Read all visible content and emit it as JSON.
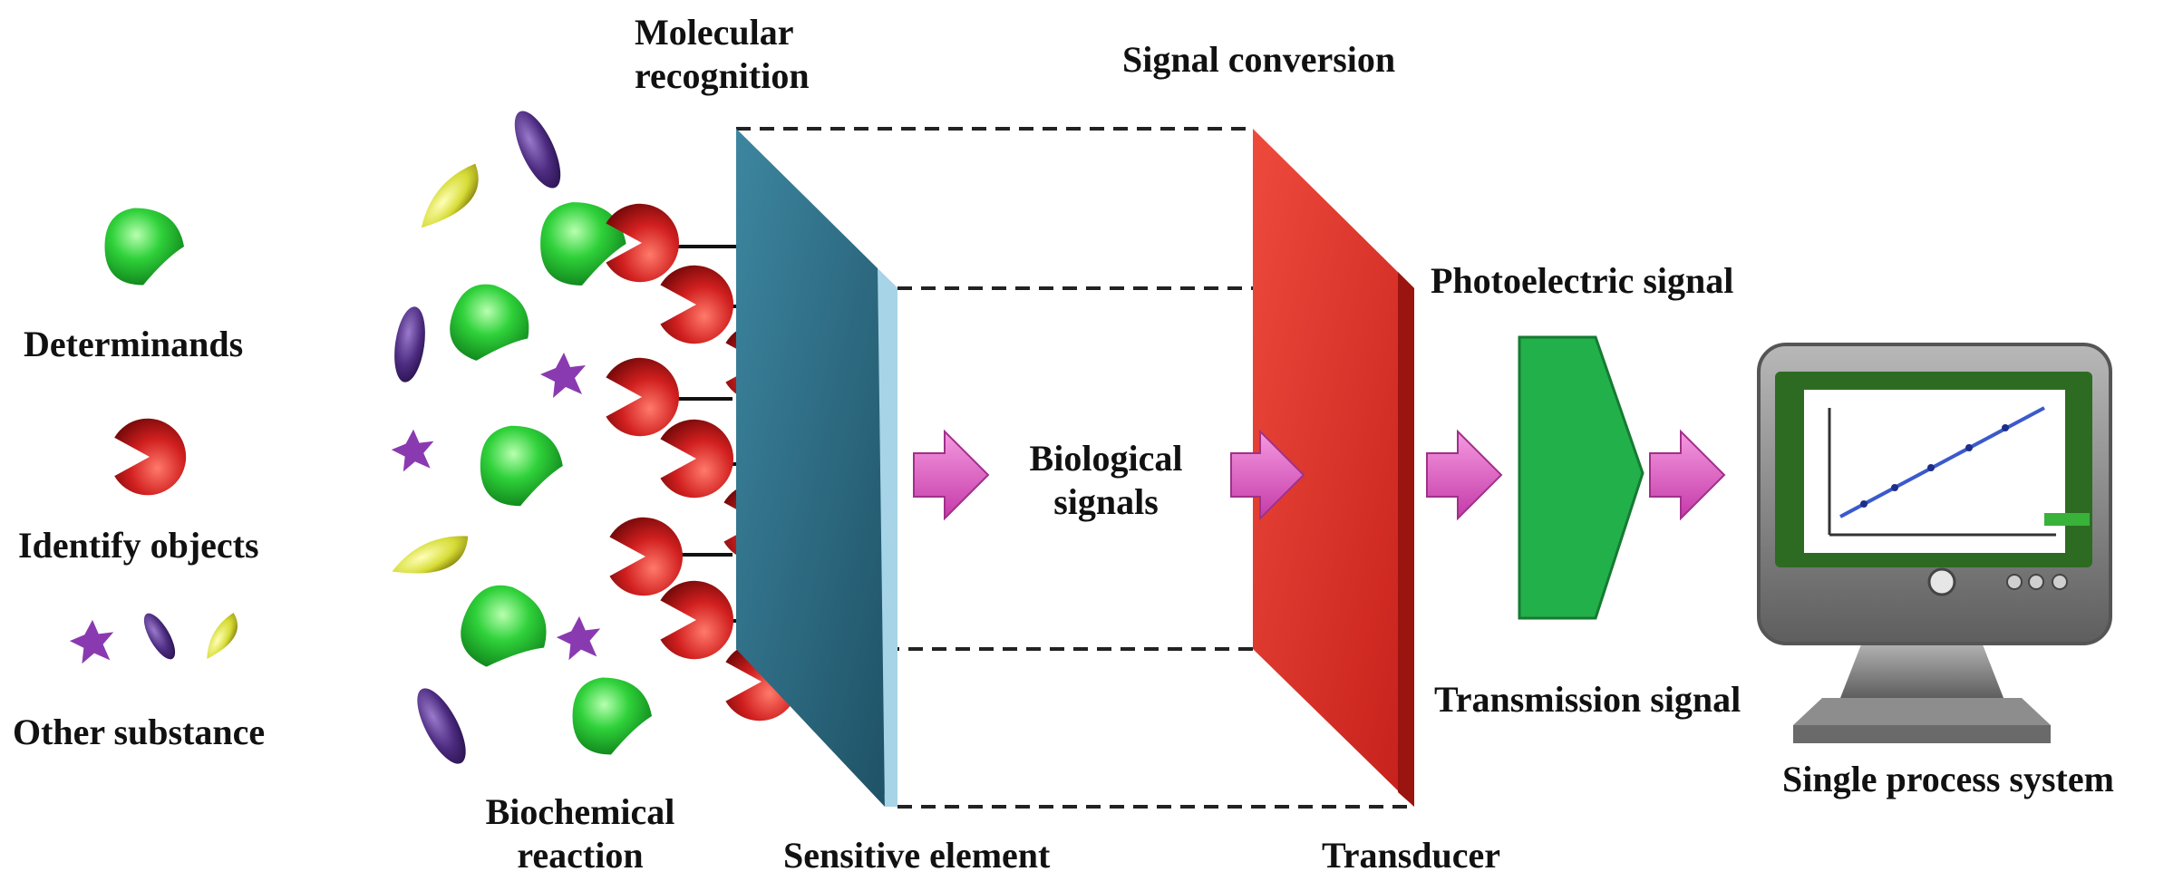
{
  "labels": {
    "molecular_recognition": [
      "Molecular",
      "recognition"
    ],
    "signal_conversion": "Signal conversion",
    "photoelectric_signal": "Photoelectric signal",
    "determinands": "Determinands",
    "identify_objects": "Identify objects",
    "other_substance": "Other substance",
    "biological_signals": [
      "Biological",
      "signals"
    ],
    "transmission_signal": "Transmission signal",
    "biochemical_reaction": [
      "Biochemical",
      "reaction"
    ],
    "sensitive_element": "Sensitive element",
    "transducer": "Transducer",
    "single_process_system": "Single process system"
  },
  "colors": {
    "determinand": "#22c22a",
    "recognizer": "#c41a1a",
    "other_violet": "#8a3ab0",
    "other_ellipse": "#4b2a7a",
    "other_crescent": "#d8dc3a",
    "sensitive_element": "#2f6f86",
    "transducer": "#e33a30",
    "arrow": "#e05ac4",
    "transmitter": "#22b04a",
    "monitor_body": "#8a8a8a"
  },
  "icons": {
    "determinand": "green-drop-icon",
    "recognizer": "red-pacman-icon",
    "other_star": "violet-star-icon",
    "other_ellipse": "purple-ellipse-icon",
    "other_crescent": "yellow-crescent-icon",
    "monitor": "computer-monitor-icon"
  }
}
